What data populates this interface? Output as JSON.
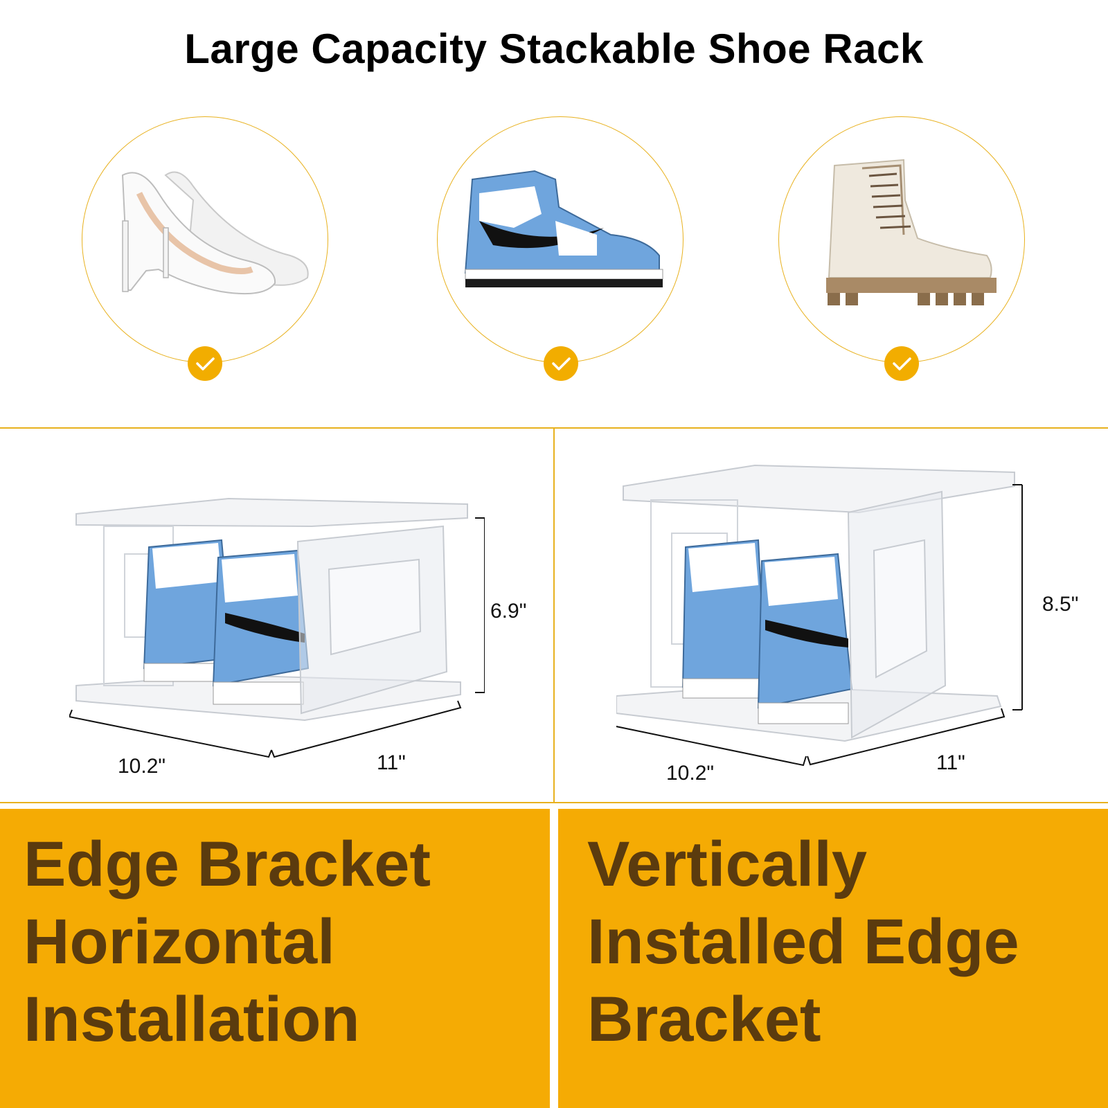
{
  "title": "Large Capacity Stackable Shoe Rack",
  "colors": {
    "accent": "#f2ad00",
    "panel_bg": "#f5ab04",
    "panel_text": "#5b3b0e",
    "divider": "#e8b11e"
  },
  "shoe_types": [
    {
      "icon": "high-heel-icon"
    },
    {
      "icon": "sneaker-icon"
    },
    {
      "icon": "boot-icon"
    }
  ],
  "boxes": [
    {
      "height": "6.9\"",
      "depth": "10.2\"",
      "width": "11\""
    },
    {
      "height": "8.5\"",
      "depth": "10.2\"",
      "width": "11\""
    }
  ],
  "panels": [
    {
      "text": "Edge Bracket\nHorizontal\nInstallation"
    },
    {
      "text": "Vertically\nInstalled Edge\nBracket"
    }
  ]
}
